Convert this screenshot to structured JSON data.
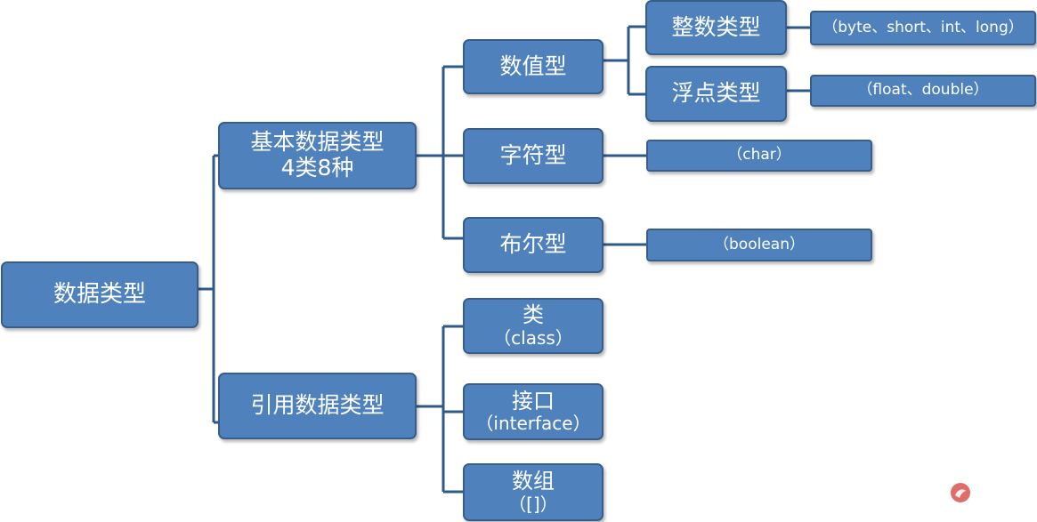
{
  "root": {
    "label": "数据类型"
  },
  "primitive": {
    "line1": "基本数据类型",
    "line2": "4类8种"
  },
  "reference": {
    "label": "引用数据类型"
  },
  "numeric": {
    "label": "数值型"
  },
  "char_type": {
    "label": "字符型"
  },
  "bool_type": {
    "label": "布尔型"
  },
  "integer": {
    "label": "整数类型"
  },
  "floating": {
    "label": "浮点类型"
  },
  "integer_types": {
    "label": "（byte、short、int、long）"
  },
  "float_types": {
    "label": "（float、double）"
  },
  "char_types": {
    "label": "（char）"
  },
  "bool_types": {
    "label": "（boolean）"
  },
  "class_type": {
    "line1": "类",
    "line2": "（class）"
  },
  "interface_type": {
    "line1": "接口",
    "line2": "（interface）"
  },
  "array_type": {
    "line1": "数组",
    "line2": "（[]）"
  },
  "colors": {
    "box_fill": "#4f81bd",
    "box_border": "#385d8a",
    "connector": "#2e5a8a",
    "logo": "#d9534f"
  }
}
